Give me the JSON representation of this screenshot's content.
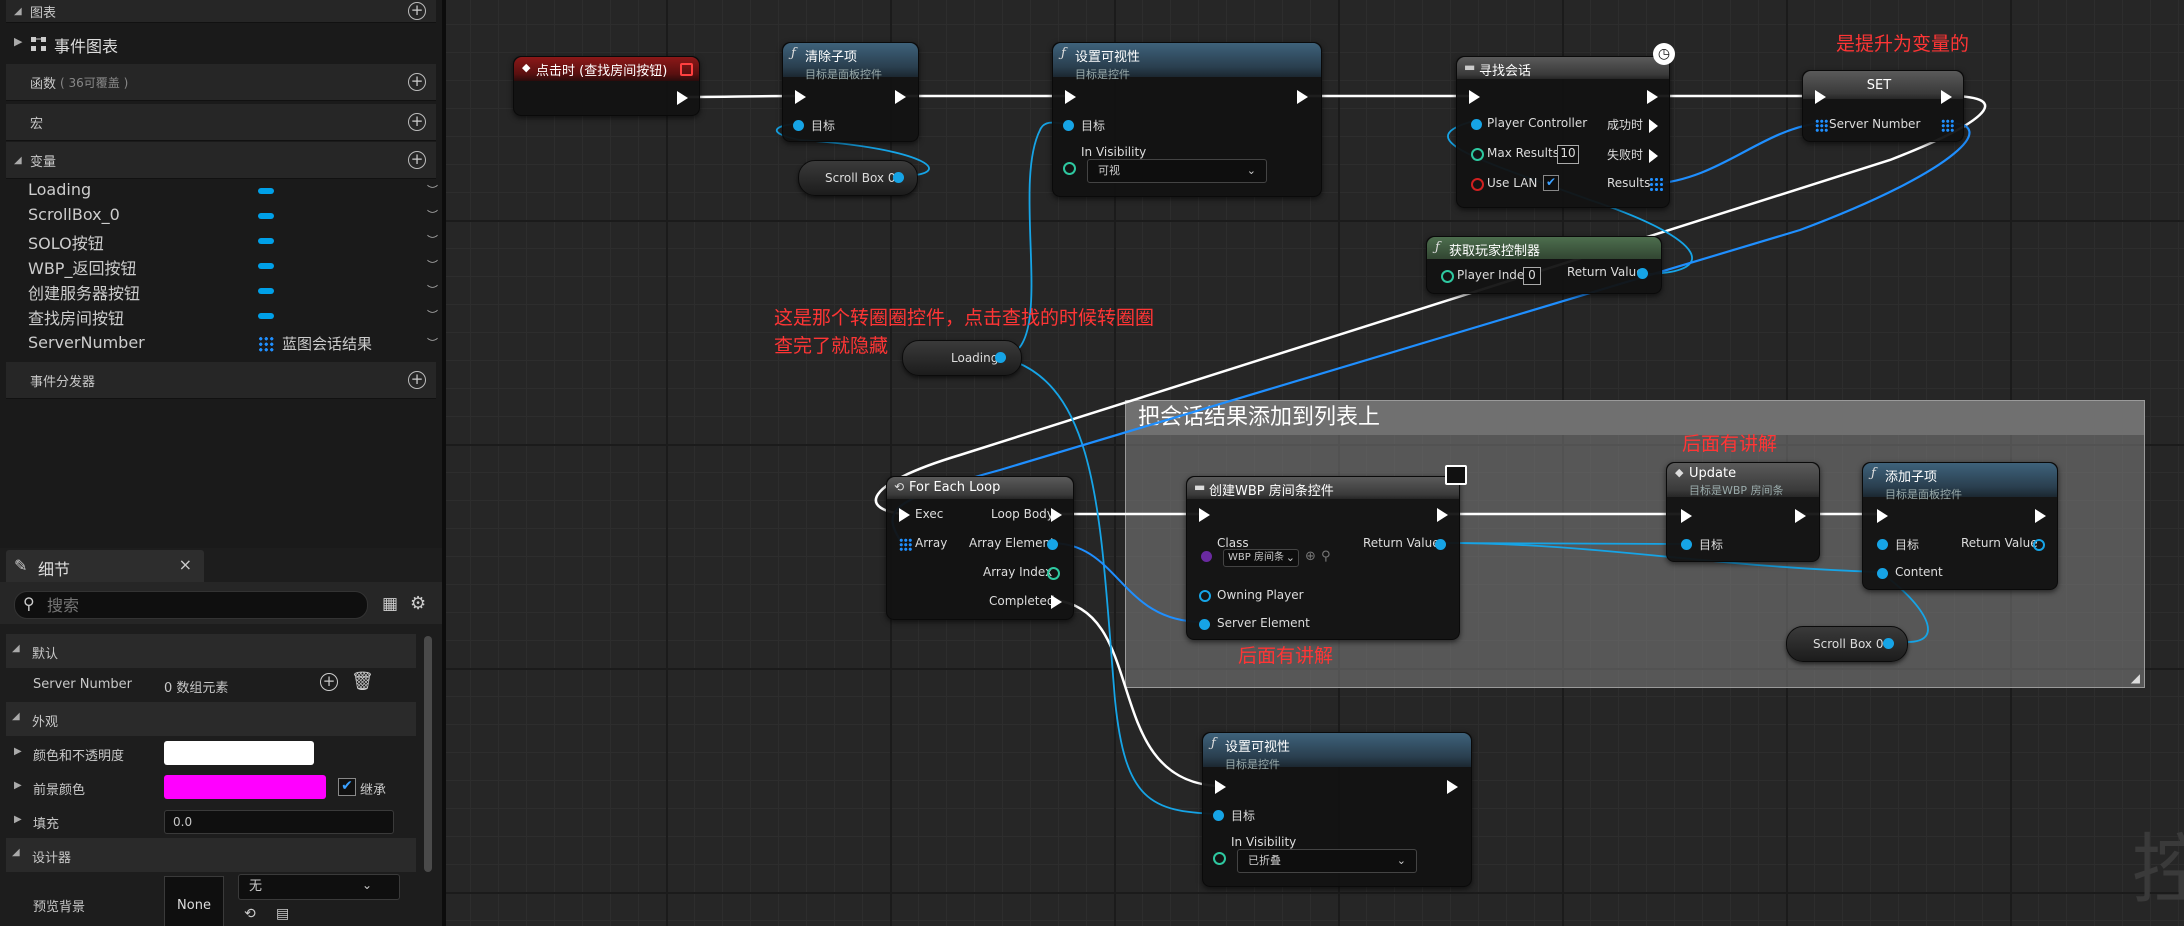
{
  "my_blueprint": {
    "graphs_label": "图表",
    "event_graph_label": "事件图表",
    "functions_label": "函数",
    "functions_overridable": "( 36可覆盖 )",
    "macros_label": "宏",
    "variables_label": "变量",
    "variables": [
      {
        "name": "Loading",
        "type": ""
      },
      {
        "name": "ScrollBox_0",
        "type": ""
      },
      {
        "name": "SOLO按钮",
        "type": ""
      },
      {
        "name": "WBP_返回按钮",
        "type": ""
      },
      {
        "name": "创建服务器按钮",
        "type": ""
      },
      {
        "name": "查找房间按钮",
        "type": ""
      },
      {
        "name": "ServerNumber",
        "type": "蓝图会话结果"
      }
    ],
    "dispatchers_label": "事件分发器"
  },
  "details": {
    "tab_label": "细节",
    "close_label": "×",
    "search_placeholder": "搜索",
    "default_label": "默认",
    "server_number_label": "Server Number",
    "server_number_value": "0 数组元素",
    "appearance_label": "外观",
    "color_opacity_label": "颜色和不透明度",
    "color_opacity_value": "#ffffff",
    "foreground_label": "前景颜色",
    "foreground_value": "#ff00ff",
    "inherit_label": "继承",
    "fill_label": "填充",
    "fill_value": "0.0",
    "designer_label": "设计器",
    "preview_bg_label": "预览背景",
    "preview_none": "None",
    "preview_option": "无"
  },
  "graph": {
    "event": {
      "title": "点击时 (查找房间按钮)"
    },
    "clear_children": {
      "title": "清除子项",
      "subtitle": "目标是面板控件",
      "target": "目标"
    },
    "scroll_box_get_1": "Scroll Box 0",
    "set_visibility_1": {
      "title": "设置可视性",
      "subtitle": "目标是控件",
      "target": "目标",
      "in_visibility": "In Visibility",
      "value": "可视"
    },
    "find_sessions": {
      "title": "寻找会话",
      "player_controller": "Player Controller",
      "max_results": "Max Results",
      "max_results_value": "10",
      "use_lan": "Use LAN",
      "on_success": "成功时",
      "on_failure": "失败时",
      "results": "Results"
    },
    "set_node": {
      "title": "SET",
      "pin": "Server Number"
    },
    "get_player_controller": {
      "title": "获取玩家控制器",
      "player_index": "Player Index",
      "player_index_value": "0",
      "return_value": "Return Value"
    },
    "loading_get": "Loading",
    "for_each": {
      "title": "For Each Loop",
      "exec": "Exec",
      "array": "Array",
      "loop_body": "Loop Body",
      "array_element": "Array Element",
      "array_index": "Array Index",
      "completed": "Completed"
    },
    "comment_title": "把会话结果添加到列表上",
    "create_widget": {
      "title": "创建WBP 房间条控件",
      "class": "Class",
      "class_value": "WBP 房间条",
      "owning_player": "Owning Player",
      "server_element": "Server Element",
      "return_value": "Return Value"
    },
    "update": {
      "title": "Update",
      "subtitle": "目标是WBP 房间条",
      "target": "目标"
    },
    "add_child": {
      "title": "添加子项",
      "subtitle": "目标是面板控件",
      "target": "目标",
      "content": "Content",
      "return_value": "Return Value"
    },
    "scroll_box_get_2": "Scroll Box 0",
    "set_visibility_2": {
      "title": "设置可视性",
      "subtitle": "目标是控件",
      "target": "目标",
      "in_visibility": "In Visibility",
      "value": "已折叠"
    },
    "watermark": "控"
  },
  "annotations": {
    "promoted": "是提升为变量的",
    "spinner_line1": "这是那个转圈圈控件，点击查找的时候转圈圈",
    "spinner_line2": "查完了就隐藏",
    "later_1": "后面有讲解",
    "later_2": "后面有讲解"
  },
  "colors": {
    "exec": "#ffffff",
    "object": "#16a4e6",
    "struct": "#1f8fff",
    "bool": "#d02020",
    "int": "#2ec8a0",
    "func_header": "#3e627b",
    "event_header": "#8c1818",
    "annotation": "#ff3535"
  }
}
